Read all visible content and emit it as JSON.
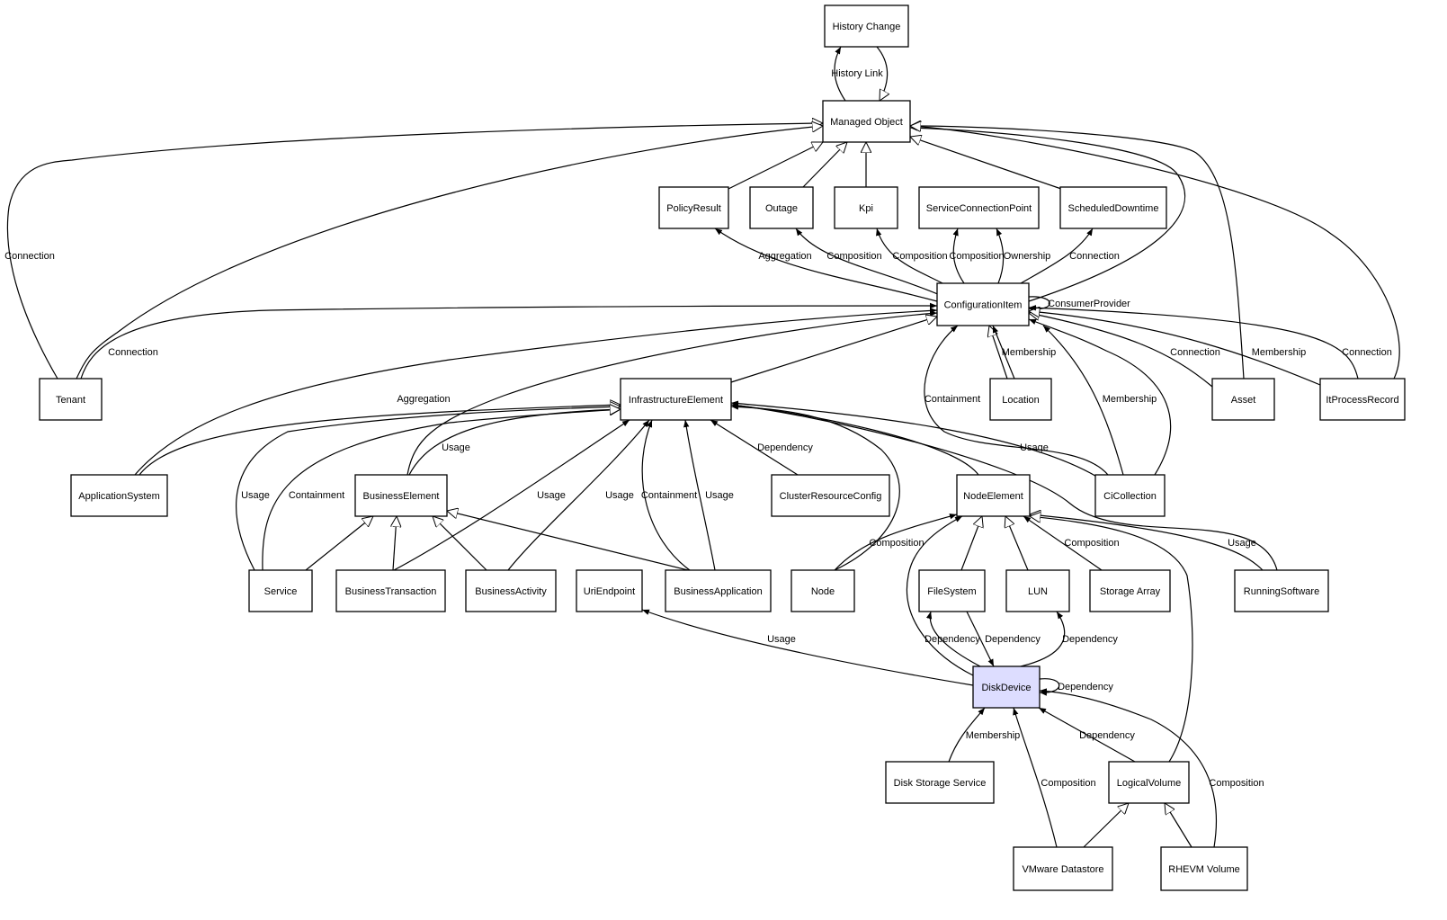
{
  "diagram": {
    "highlight_color": "#ddddff",
    "nodes": [
      "History Change",
      "Managed Object",
      "PolicyResult",
      "Outage",
      "Kpi",
      "ServiceConnectionPoint",
      "ScheduledDowntime",
      "ConfigurationItem",
      "Tenant",
      "InfrastructureElement",
      "Location",
      "Asset",
      "ItProcessRecord",
      "ApplicationSystem",
      "BusinessElement",
      "ClusterResourceConfig",
      "NodeElement",
      "CiCollection",
      "Service",
      "BusinessTransaction",
      "BusinessActivity",
      "UriEndpoint",
      "BusinessApplication",
      "Node",
      "FileSystem",
      "LUN",
      "Storage Array",
      "RunningSoftware",
      "DiskDevice",
      "Disk Storage Service",
      "LogicalVolume",
      "VMware Datastore",
      "RHEVM Volume"
    ],
    "highlighted_node": "DiskDevice",
    "edge_labels": [
      "History Link",
      "Connection",
      "Aggregation",
      "Composition",
      "Composition",
      "Composition",
      "Ownership",
      "Connection",
      "ConsumerProvider",
      "Connection",
      "Membership",
      "Containment",
      "Membership",
      "Connection",
      "Membership",
      "Connection",
      "Aggregation",
      "Usage",
      "Containment",
      "Usage",
      "Usage",
      "Usage",
      "Containment",
      "Usage",
      "Dependency",
      "Usage",
      "Composition",
      "Composition",
      "Usage",
      "Dependency",
      "Dependency",
      "Dependency",
      "Usage",
      "Dependency",
      "Membership",
      "Composition",
      "Dependency",
      "Composition"
    ]
  }
}
